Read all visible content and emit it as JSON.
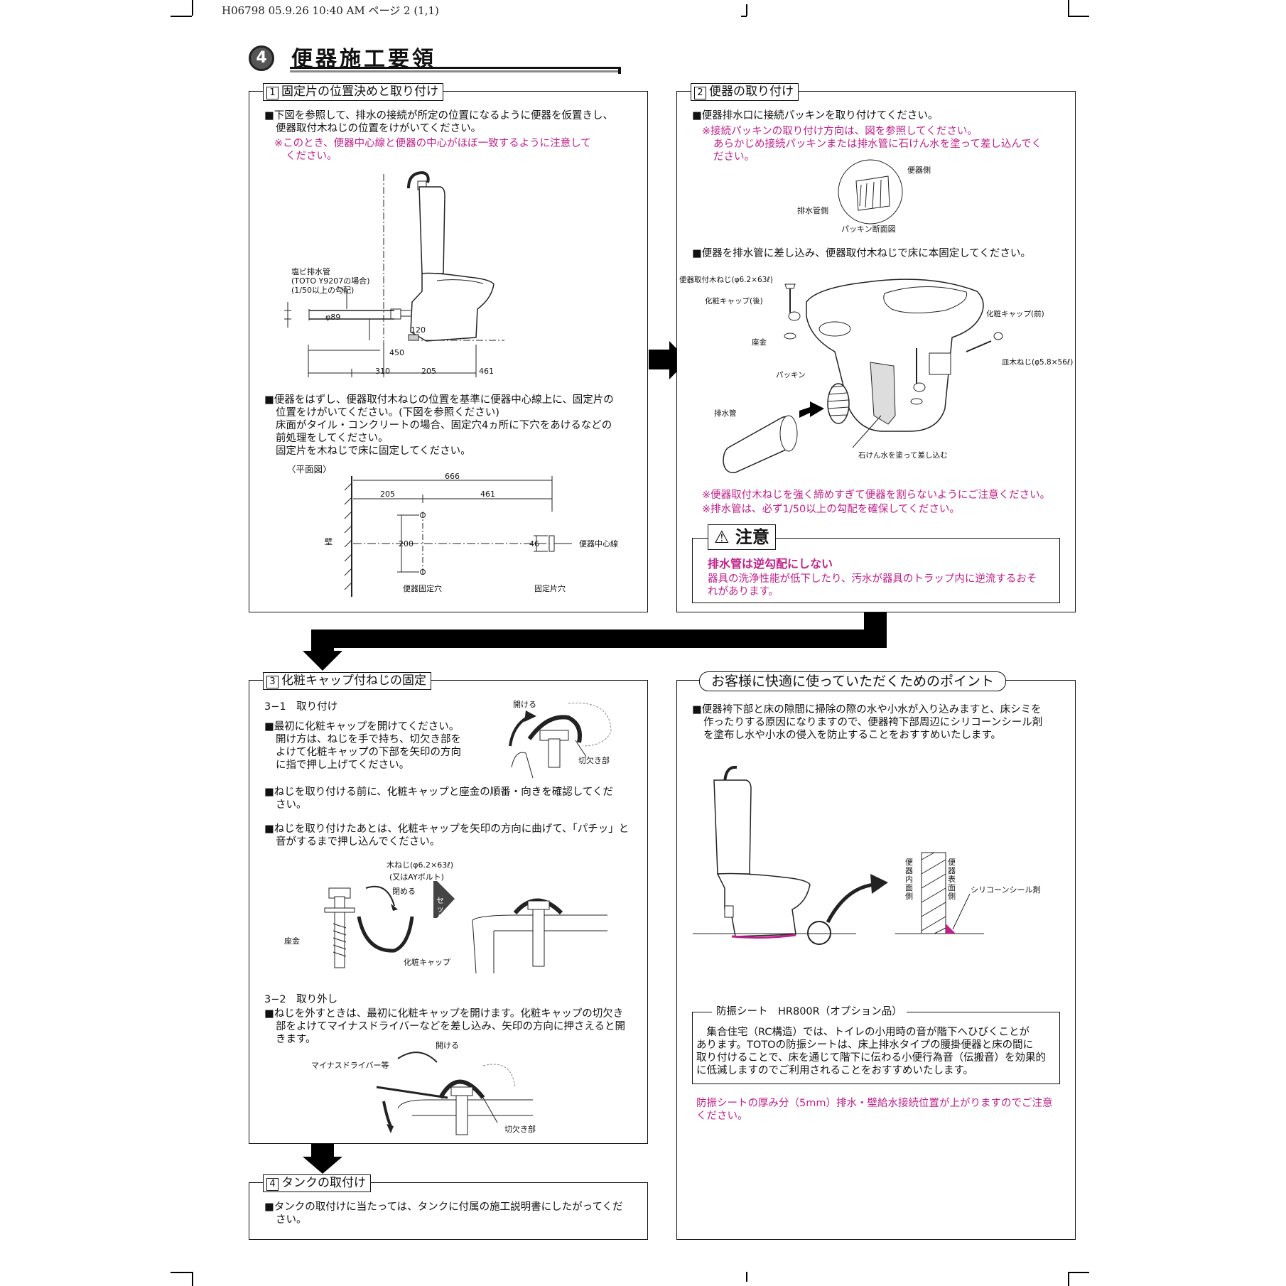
{
  "header_meta": "H06798  05.9.26 10:40 AM  ページ 2 (1,1)",
  "section": {
    "number": "4",
    "title": "便器施工要領"
  },
  "panel1": {
    "num": "1",
    "title": "固定片の位置決めと取り付け",
    "p1": [
      "■下図を参照して、排水の接続が所定の位置になるように便器を仮置きし、",
      "便器取付木ねじの位置をけがいてください。"
    ],
    "note1": [
      "※このとき、便器中心線と便器の中心がほぼ一致するように注意して",
      "ください。"
    ],
    "pipe_label": [
      "塩ビ排水管",
      "(TOTO Y9207の場合)",
      "(1/50以上の勾配)"
    ],
    "phi89": "φ89",
    "d120": "120",
    "d450": "450",
    "d310": "310",
    "d205": "205",
    "d461": "461",
    "p2": [
      "■便器をはずし、便器取付木ねじの位置を基準に便器中心線上に、固定片の",
      "位置をけがいてください。(下図を参照ください)",
      "床面がタイル・コンクリートの場合、固定穴4ヵ所に下穴をあけるなどの",
      "前処理をしてください。",
      "固定片を木ねじで床に固定してください。"
    ],
    "plan_label": "〈平面図〉",
    "d666": "666",
    "d205b": "205",
    "d461b": "461",
    "d200": "200",
    "d46": "46",
    "wall": "壁",
    "center_line": "便器中心線",
    "bowl_hole": "便器固定穴",
    "fix_hole": "固定片穴"
  },
  "panel2": {
    "num": "2",
    "title": "便器の取り付け",
    "p1": "■便器排水口に接続パッキンを取り付けてください。",
    "note1": [
      "※接続パッキンの取り付け方向は、図を参照してください。",
      "あらかじめ接続パッキンまたは排水管に石けん水を塗って差し込んでく",
      "ださい。"
    ],
    "bowl_side": "便器側",
    "pipe_side": "排水管側",
    "gasket_section": "パッキン断面図",
    "p2": "■便器を排水管に差し込み、便器取付木ねじで床に本固定してください。",
    "screw_label": "便器取付木ねじ(φ6.2×63ℓ)",
    "cap_rear": "化粧キャップ(後)",
    "washer": "座金",
    "gasket": "パッキン",
    "drain_pipe": "排水管",
    "cap_front": "化粧キャップ(前)",
    "plate_screw": "皿木ねじ(φ5.8×56ℓ)",
    "soap": "石けん水を塗って差し込む",
    "note2": "※便器取付木ねじを強く締めすぎて便器を割らないようにご注意ください。",
    "note3": "※排水管は、必ず1/50以上の勾配を確保してください。",
    "caution_title": "注意",
    "caution_head": "排水管は逆勾配にしない",
    "caution_body": [
      "器具の洗浄性能が低下したり、汚水が器具のトラップ内に逆流するおそ",
      "れがあります。"
    ]
  },
  "panel3": {
    "num": "3",
    "title": "化粧キャップ付ねじの固定",
    "sub1": "3−1　取り付け",
    "p1": [
      "■最初に化粧キャップを開けてください。",
      "開け方は、ねじを手で持ち、切欠き部を",
      "よけて化粧キャップの下部を矢印の方向",
      "に指で押し上げてください。"
    ],
    "open1": "開ける",
    "notch1": "切欠き部",
    "p2": [
      "■ねじを取り付ける前に、化粧キャップと座金の順番・向きを確認してくだ",
      "さい。"
    ],
    "p3": [
      "■ねじを取り付けたあとは、化粧キャップを矢印の方向に曲げて、「パチッ」と",
      "音がするまで押し込んでください。"
    ],
    "wood_screw": "木ねじ(φ6.2×63ℓ)",
    "ay_bolt": "(又はAYボルト)",
    "close": "閉める",
    "washer": "座金",
    "cap": "化粧キャップ",
    "after_set": "セット後",
    "sub2": "3−2　取り外し",
    "p4": [
      "■ねじを外すときは、最初に化粧キャップを開けます。化粧キャップの切欠き",
      "部をよけてマイナスドライバーなどを差し込み、矢印の方向に押さえると開",
      "きます。"
    ],
    "open2": "開ける",
    "driver": "マイナスドライバー等",
    "notch2": "切欠き部"
  },
  "panel4": {
    "num": "4",
    "title": "タンクの取付け",
    "p1": [
      "■タンクの取付けに当たっては、タンクに付属の施工説明書にしたがってくだ",
      "さい。"
    ]
  },
  "panel5": {
    "title": "お客様に快適に使っていただくためのポイント",
    "p1": [
      "■便器袴下部と床の隙間に掃除の際の水や小水が入り込みますと、床シミを",
      "作ったりする原因になりますので、便器袴下部周辺にシリコーンシール剤",
      "を塗布し水や小水の侵入を防止することをおすすめいたします。"
    ],
    "inner_side": "便器内面側",
    "outer_side": "便器表面側",
    "silicone": "シリコーンシール剤",
    "sheet_title": "防振シート　HR800R（オプション品）",
    "sheet_body": [
      "　集合住宅（RC構造）では、トイレの小用時の音が階下へひびくことが",
      "あります。TOTOの防振シートは、床上排水タイプの腰掛便器と床の間に",
      "取り付けることで、床を通じて階下に伝わる小便行為音（伝搬音）を効果的",
      "に低減しますのでご利用されることをおすすめいたします。"
    ],
    "sheet_note": [
      "防振シートの厚み分（5mm）排水・壁給水接続位置が上がりますのでご注意",
      "ください。"
    ]
  }
}
